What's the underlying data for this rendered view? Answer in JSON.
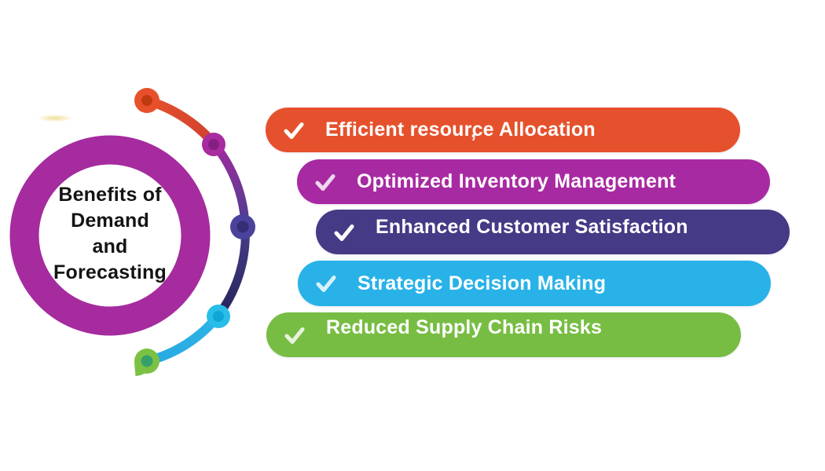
{
  "canvas": {
    "background": "#ffffff"
  },
  "ring": {
    "label_lines": [
      "Benefits of",
      "Demand",
      "and",
      "Forecasting"
    ],
    "color": "#A52B9F",
    "text_color": "#141414"
  },
  "bars": [
    {
      "label": "Efficient resource Allocation",
      "color": "#E5512C",
      "icon": "check-icon"
    },
    {
      "label": "Optimized Inventory Management",
      "color": "#A82AA2",
      "icon": "check-icon"
    },
    {
      "label": "Enhanced Customer Satisfaction",
      "color": "#453A85",
      "icon": "check-icon"
    },
    {
      "label": "Strategic Decision Making",
      "color": "#29B2E8",
      "icon": "check-icon"
    },
    {
      "label": "Reduced Supply Chain Risks",
      "color": "#77BD43",
      "icon": "check-icon"
    }
  ],
  "check": {
    "color": "#ffffff"
  },
  "connector": {
    "segments": [
      {
        "name": "orange-segment",
        "from": "#E5512C",
        "to": "#D0402F"
      },
      {
        "name": "magenta-segment",
        "from": "#A32AA0",
        "to": "#4B3E8E"
      },
      {
        "name": "indigo-segment",
        "from": "#473C88",
        "to": "#26245A"
      },
      {
        "name": "cyan-segment",
        "from": "#2AB4E8",
        "to": "#29A8E0"
      }
    ],
    "dots": [
      {
        "name": "orange-dot",
        "outer": "#E8502B",
        "inner": "#BF3A10"
      },
      {
        "name": "purple-dot",
        "outer": "#A82BA0",
        "inner": "#851F80"
      },
      {
        "name": "indigo-dot",
        "outer": "#4B429B",
        "inner": "#362E75"
      },
      {
        "name": "cyan-dot",
        "outer": "#29BEE9",
        "inner": "#0FA5D6"
      },
      {
        "name": "green-dot",
        "outer": "#7CC144",
        "inner": "#36A06B"
      }
    ]
  },
  "artifacts": {
    "stray_comma": ","
  }
}
